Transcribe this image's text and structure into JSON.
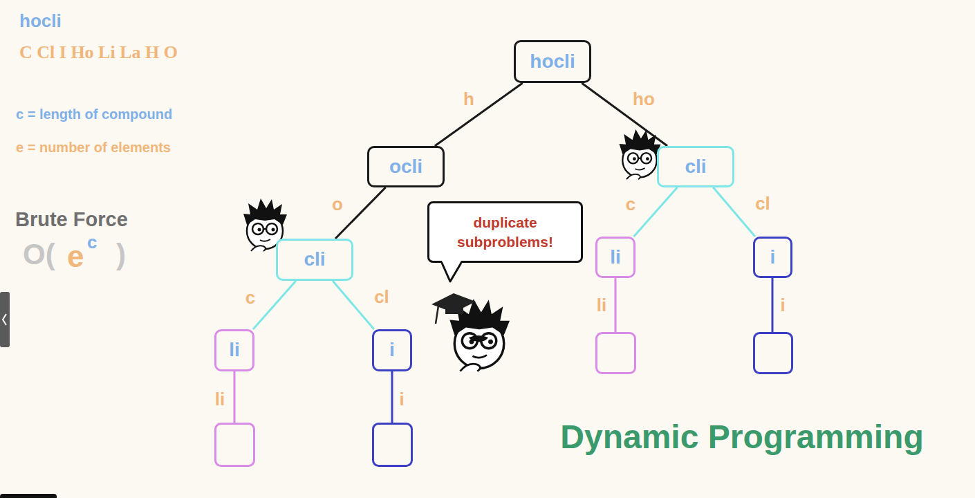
{
  "diagram": {
    "nodes": [
      {
        "text": [
          "hocli"
        ]
      },
      {
        "text": [
          "ocli"
        ]
      },
      {
        "text": [
          "cli"
        ]
      },
      {
        "text": [
          "duplicate subproblems!"
        ]
      },
      {
        "text": [
          "cli"
        ]
      },
      {
        "text": [
          "li"
        ]
      },
      {
        "text": [
          "i"
        ]
      },
      {
        "text": [
          "li"
        ]
      },
      {
        "text": [
          "i"
        ]
      }
    ],
    "edges": [
      {
        "from": 0,
        "to": 1,
        "label": "h",
        "arrow": "none"
      },
      {
        "from": 0,
        "to": 2,
        "label": "ho",
        "arrow": "none"
      },
      {
        "from": 1,
        "to": 4,
        "label": "o",
        "arrow": "none"
      },
      {
        "from": 4,
        "to": 7,
        "label": "c",
        "arrow": "none"
      },
      {
        "from": 4,
        "to": 8,
        "label": "cl",
        "arrow": "none"
      },
      {
        "from": 2,
        "to": 5,
        "label": "c",
        "arrow": "none"
      },
      {
        "from": 2,
        "to": 6,
        "label": "cl",
        "arrow": "none"
      }
    ],
    "labels": [
      "hocli",
      "C Cl I Ho Li La H O",
      "c = length of compound",
      "e = number of elements",
      "Brute Force",
      "O(",
      "e",
      "c",
      ")",
      "li",
      "i",
      "li",
      "i",
      "Dynamic Programming"
    ]
  }
}
